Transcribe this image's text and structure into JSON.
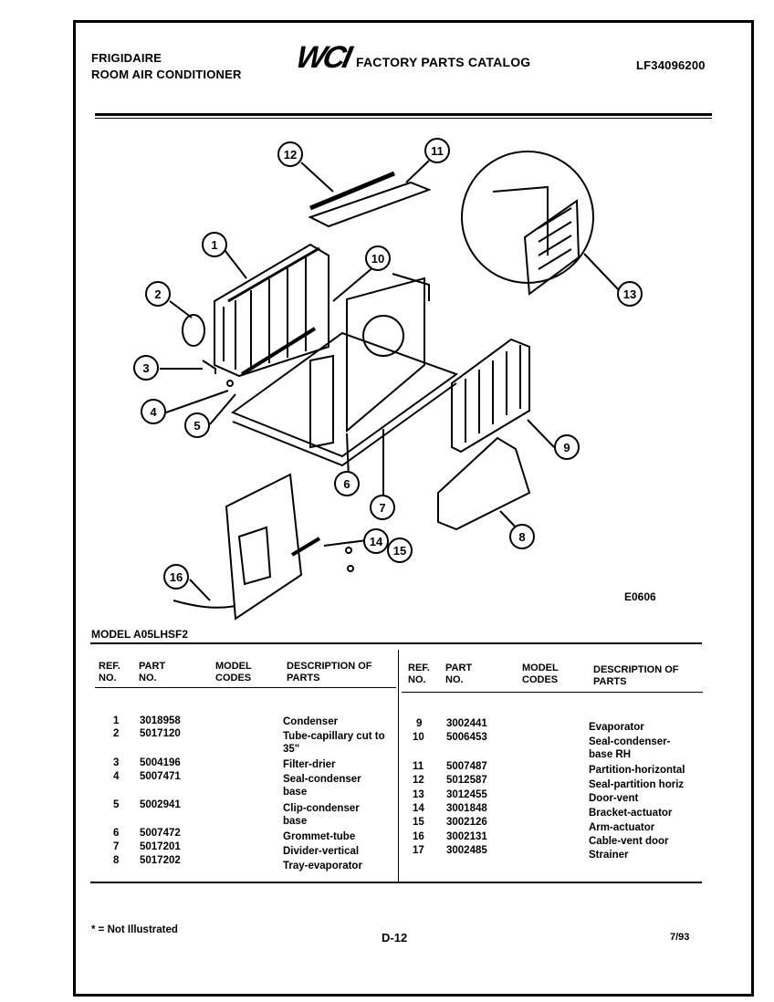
{
  "header": {
    "brand": "FRIGIDAIRE",
    "product": "ROOM AIR CONDITIONER",
    "logo_text": "WCI",
    "catalog_title": "FACTORY PARTS CATALOG",
    "catalog_number": "LF34096200"
  },
  "diagram": {
    "callouts": [
      "1",
      "2",
      "3",
      "4",
      "5",
      "6",
      "7",
      "8",
      "9",
      "10",
      "11",
      "12",
      "13",
      "14",
      "15",
      "16"
    ],
    "drawing_code": "E0606"
  },
  "model": "MODEL A05LHSF2",
  "table": {
    "headers": {
      "ref": "REF. NO.",
      "part": "PART NO.",
      "model_codes": "MODEL CODES",
      "description": "DESCRIPTION OF PARTS"
    },
    "left": [
      {
        "ref": "1",
        "part": "3018958",
        "desc": "Condenser"
      },
      {
        "ref": "2",
        "part": "5017120",
        "desc": "Tube-capillary cut to 35\""
      },
      {
        "ref": "3",
        "part": "5004196",
        "desc": "Filter-drier"
      },
      {
        "ref": "4",
        "part": "5007471",
        "desc": "Seal-condenser base"
      },
      {
        "ref": "5",
        "part": "5002941",
        "desc": "Clip-condenser base"
      },
      {
        "ref": "6",
        "part": "5007472",
        "desc": "Grommet-tube"
      },
      {
        "ref": "7",
        "part": "5017201",
        "desc": "Divider-vertical"
      },
      {
        "ref": "8",
        "part": "5017202",
        "desc": "Tray-evaporator"
      }
    ],
    "right": [
      {
        "ref": "9",
        "part": "3002441",
        "desc": "Evaporator"
      },
      {
        "ref": "10",
        "part": "5006453",
        "desc": "Seal-condenser-base RH"
      },
      {
        "ref": "11",
        "part": "5007487",
        "desc": "Partition-horizontal"
      },
      {
        "ref": "12",
        "part": "5012587",
        "desc": "Seal-partition horiz"
      },
      {
        "ref": "13",
        "part": "3012455",
        "desc": "Door-vent"
      },
      {
        "ref": "14",
        "part": "3001848",
        "desc": "Bracket-actuator"
      },
      {
        "ref": "15",
        "part": "3002126",
        "desc": "Arm-actuator"
      },
      {
        "ref": "16",
        "part": "3002131",
        "desc": "Cable-vent door"
      },
      {
        "ref": "17",
        "part": "3002485",
        "desc": "Strainer"
      }
    ]
  },
  "footer": {
    "note": "* = Not Illustrated",
    "page": "D-12",
    "date": "7/93"
  }
}
